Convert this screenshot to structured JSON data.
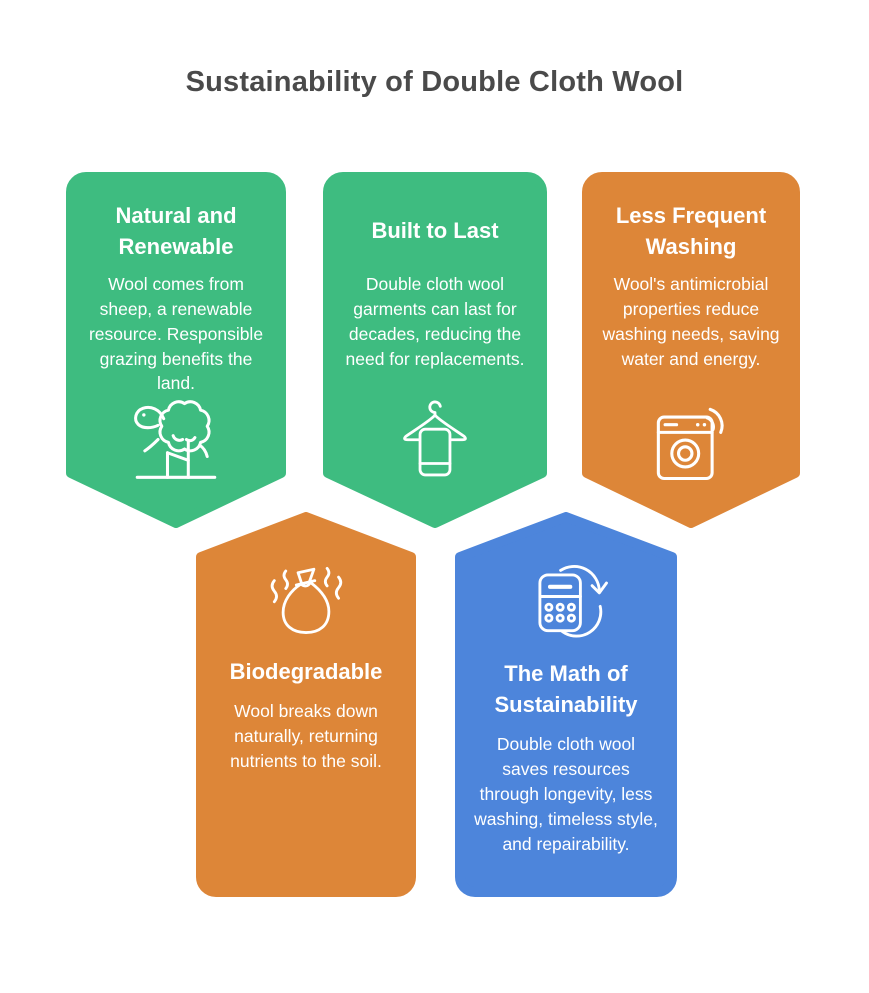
{
  "title": "Sustainability of Double Cloth Wool",
  "colors": {
    "green": "#3ebc80",
    "orange": "#dd8638",
    "blue": "#4d85db",
    "title_text": "#4a4a4a",
    "card_text": "#ffffff",
    "background": "#ffffff"
  },
  "cards": [
    {
      "id": "natural-and-renewable",
      "title": "Natural and Renewable",
      "body": "Wool comes from sheep, a renewable resource. Responsible grazing benefits the land.",
      "icon": "sheep-icon",
      "color_name": "green",
      "shape": "point-down"
    },
    {
      "id": "built-to-last",
      "title": "Built to Last",
      "body": "Double cloth wool garments can last for decades, reducing the need for replacements.",
      "icon": "hanger-towel-icon",
      "color_name": "green",
      "shape": "point-down"
    },
    {
      "id": "less-frequent-washing",
      "title": "Less Frequent Washing",
      "body": "Wool's antimicrobial properties reduce washing needs, saving water and energy.",
      "icon": "washing-machine-icon",
      "color_name": "orange",
      "shape": "point-down"
    },
    {
      "id": "biodegradable",
      "title": "Biodegradable",
      "body": "Wool breaks down naturally, returning nutrients to the soil.",
      "icon": "compost-bag-icon",
      "color_name": "orange",
      "shape": "point-up"
    },
    {
      "id": "the-math-of-sustainability",
      "title": "The Math of Sustainability",
      "body": "Double cloth wool saves resources through longevity, less washing, timeless style, and repairability.",
      "icon": "calculator-cycle-icon",
      "color_name": "blue",
      "shape": "point-up"
    }
  ]
}
